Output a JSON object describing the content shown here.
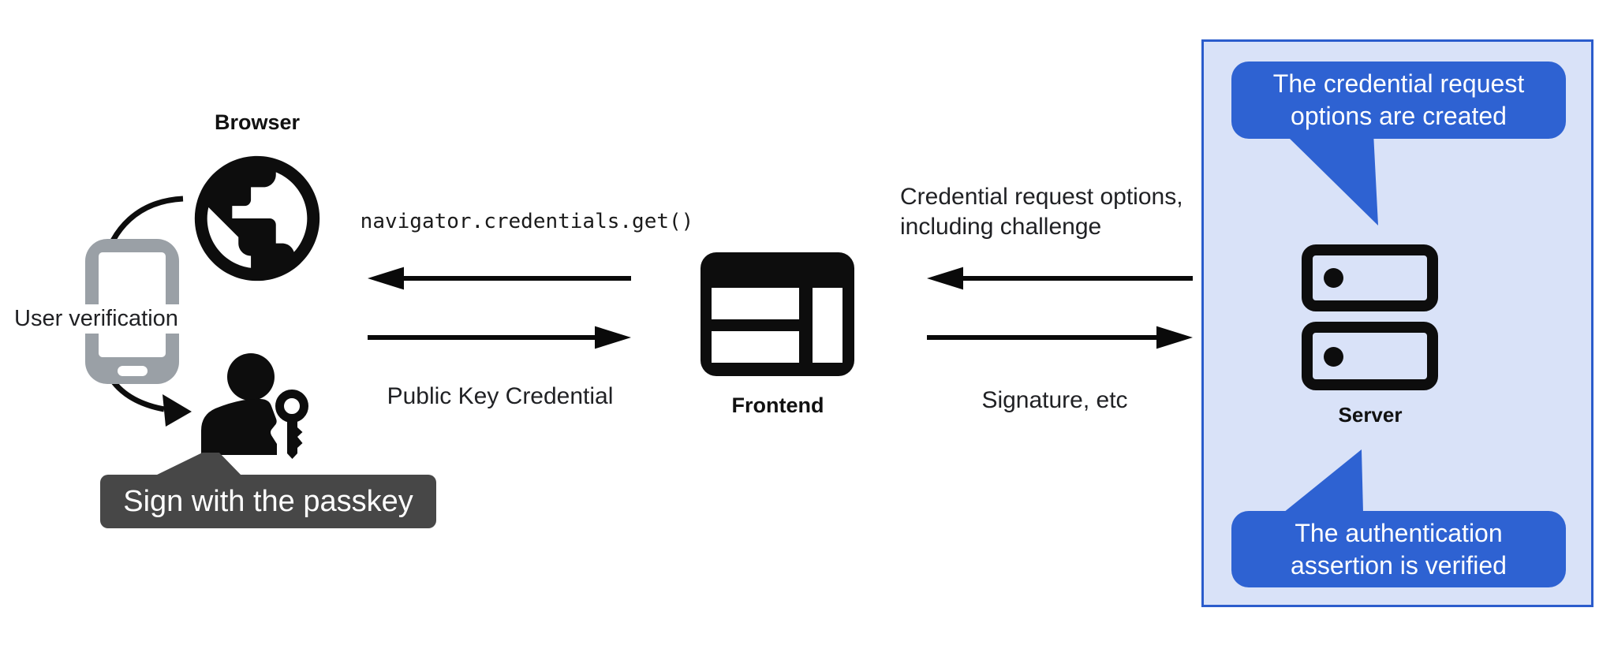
{
  "colors": {
    "callout_blue": "#2e62d2",
    "panel_background": "#d9e2f8",
    "panel_border": "#2b5ccc",
    "badge_gray": "#474747",
    "phone_gray": "#9aa0a6",
    "ink_black": "#0d0d0d"
  },
  "icons": {
    "browser": "globe-icon",
    "authenticator": "smartphone-icon",
    "user": "passkey-person-key-icon",
    "frontend": "browser-window-icon",
    "server": "server-stack-icon"
  },
  "left": {
    "browser_label": "Browser",
    "user_verification_label": "User verification",
    "badge_label": "Sign with the passkey"
  },
  "middle": {
    "api_call": "navigator.credentials.get()",
    "return_value": "Public Key Credential",
    "frontend_label": "Frontend"
  },
  "right": {
    "request_options": "Credential request options,\nincluding challenge",
    "signature": "Signature, etc",
    "server_label": "Server",
    "callout_top": "The credential request\noptions are created",
    "callout_bottom": "The authentication\nassertion is verified"
  }
}
